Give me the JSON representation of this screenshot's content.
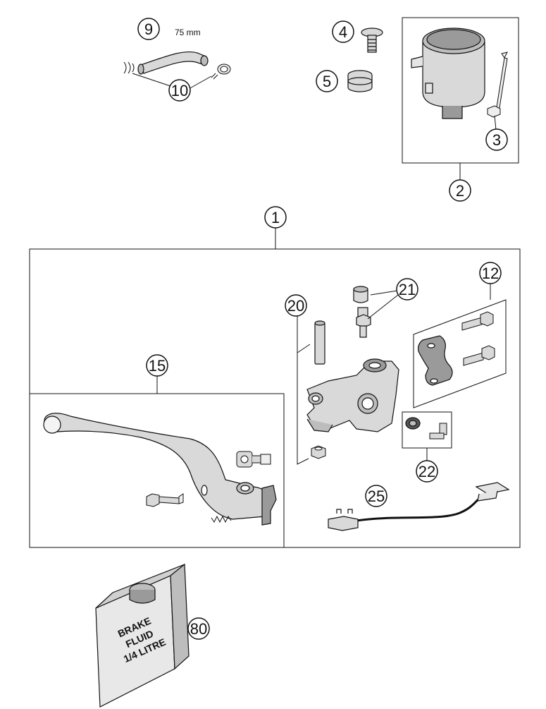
{
  "diagram": {
    "callouts": {
      "c1": "1",
      "c2": "2",
      "c3": "3",
      "c4": "4",
      "c5": "5",
      "c9": "9",
      "c10": "10",
      "c12": "12",
      "c15": "15",
      "c20": "20",
      "c21": "21",
      "c22": "22",
      "c25": "25",
      "c80": "80"
    },
    "hose_length_label": "75 mm",
    "fluid_label": {
      "line1": "BRAKE",
      "line2": "FLUID",
      "line3": "1/4 LITRE"
    },
    "colors": {
      "line": "#111111",
      "part_fill": "#d9d9d9",
      "part_dark": "#9a9a9a",
      "callout_highlight": "#bfbfbf"
    }
  }
}
